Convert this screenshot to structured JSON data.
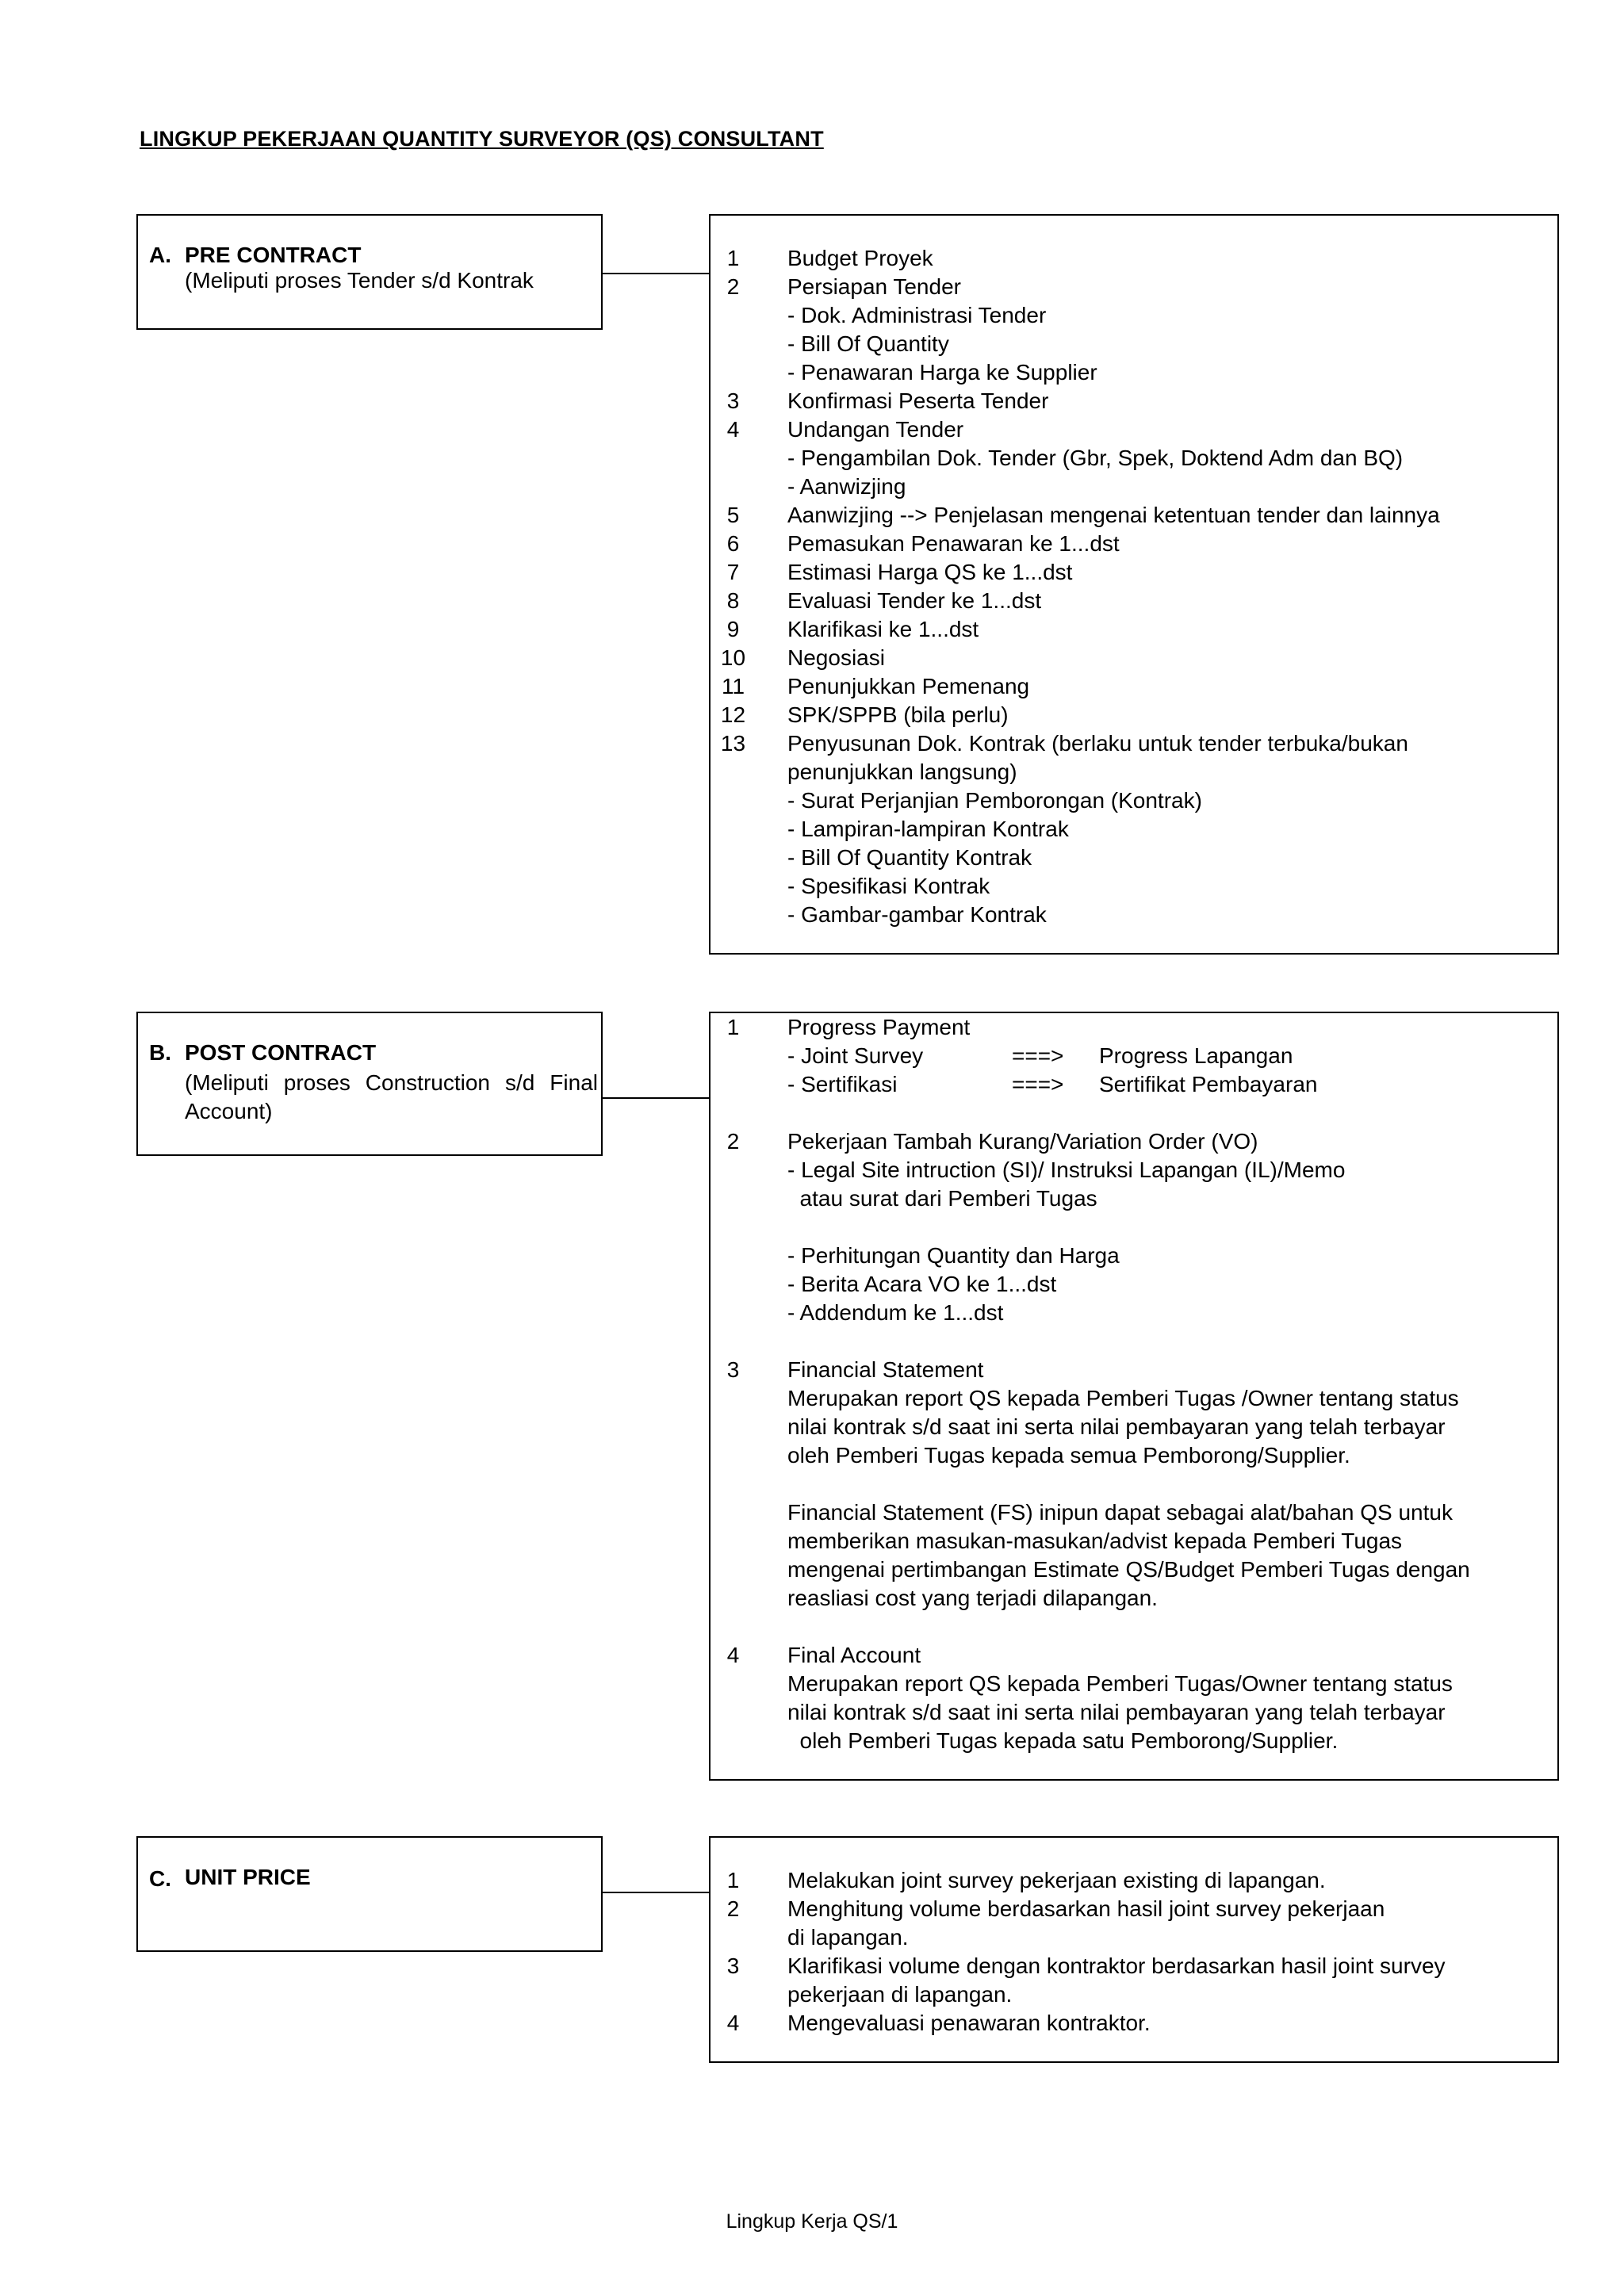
{
  "title": "LINGKUP PEKERJAAN QUANTITY SURVEYOR (QS) CONSULTANT",
  "sections": {
    "a": {
      "letter": "A.",
      "title": "PRE CONTRACT",
      "subtitle": "(Meliputi proses Tender s/d Kontrak",
      "items": [
        {
          "num": "1",
          "text": "Budget Proyek"
        },
        {
          "num": "2",
          "text": "Persiapan Tender"
        },
        {
          "num": "",
          "text": "- Dok. Administrasi Tender"
        },
        {
          "num": "",
          "text": "- Bill Of Quantity"
        },
        {
          "num": "",
          "text": "- Penawaran Harga ke Supplier"
        },
        {
          "num": "3",
          "text": "Konfirmasi Peserta Tender"
        },
        {
          "num": "4",
          "text": "Undangan Tender"
        },
        {
          "num": "",
          "text": "- Pengambilan Dok. Tender (Gbr, Spek, Doktend Adm dan BQ)"
        },
        {
          "num": "",
          "text": "- Aanwizjing"
        },
        {
          "num": "5",
          "text": "Aanwizjing --> Penjelasan mengenai ketentuan tender dan lainnya"
        },
        {
          "num": "6",
          "text": "Pemasukan Penawaran ke 1...dst"
        },
        {
          "num": "7",
          "text": "Estimasi Harga QS ke 1...dst"
        },
        {
          "num": "8",
          "text": "Evaluasi Tender ke 1...dst"
        },
        {
          "num": "9",
          "text": "Klarifikasi ke 1...dst"
        },
        {
          "num": "10",
          "text": "Negosiasi"
        },
        {
          "num": "11",
          "text": "Penunjukkan Pemenang"
        },
        {
          "num": "12",
          "text": "SPK/SPPB (bila perlu)"
        },
        {
          "num": "13",
          "text": "Penyusunan Dok. Kontrak (berlaku untuk tender terbuka/bukan"
        },
        {
          "num": "",
          "text": "penunjukkan langsung)"
        },
        {
          "num": "",
          "text": "- Surat Perjanjian Pemborongan (Kontrak)"
        },
        {
          "num": "",
          "text": "- Lampiran-lampiran Kontrak"
        },
        {
          "num": "",
          "text": "- Bill Of Quantity Kontrak"
        },
        {
          "num": "",
          "text": "- Spesifikasi Kontrak"
        },
        {
          "num": "",
          "text": "- Gambar-gambar Kontrak"
        }
      ]
    },
    "b": {
      "letter": "B.",
      "title": "POST CONTRACT",
      "subtitle": "(Meliputi proses Construction s/d Final Account)",
      "items": [
        {
          "num": "1",
          "text": "Progress Payment"
        },
        {
          "num": "",
          "text": "- Joint Survey",
          "arrow": "===>",
          "result": "Progress Lapangan"
        },
        {
          "num": "",
          "text": "- Sertifikasi",
          "arrow": "===>",
          "result": "Sertifikat Pembayaran"
        },
        {
          "num": "",
          "text": ""
        },
        {
          "num": "2",
          "text": "Pekerjaan Tambah Kurang/Variation Order (VO)"
        },
        {
          "num": "",
          "text": "- Legal Site intruction (SI)/ Instruksi Lapangan (IL)/Memo"
        },
        {
          "num": "",
          "text": "  atau surat dari Pemberi Tugas"
        },
        {
          "num": "",
          "text": ""
        },
        {
          "num": "",
          "text": "- Perhitungan Quantity dan Harga"
        },
        {
          "num": "",
          "text": "- Berita Acara VO ke 1...dst"
        },
        {
          "num": "",
          "text": "- Addendum ke 1...dst"
        },
        {
          "num": "",
          "text": ""
        },
        {
          "num": "3",
          "text": "Financial Statement"
        },
        {
          "num": "",
          "text": "Merupakan report QS kepada Pemberi Tugas /Owner tentang status"
        },
        {
          "num": "",
          "text": "nilai kontrak s/d saat ini serta nilai pembayaran yang telah terbayar"
        },
        {
          "num": "",
          "text": "oleh Pemberi Tugas kepada semua Pemborong/Supplier."
        },
        {
          "num": "",
          "text": ""
        },
        {
          "num": "",
          "text": "Financial Statement (FS) inipun dapat sebagai alat/bahan QS untuk"
        },
        {
          "num": "",
          "text": "memberikan masukan-masukan/advist kepada Pemberi Tugas"
        },
        {
          "num": "",
          "text": "mengenai pertimbangan Estimate QS/Budget Pemberi Tugas dengan"
        },
        {
          "num": "",
          "text": "reasliasi cost yang terjadi dilapangan."
        },
        {
          "num": "",
          "text": ""
        },
        {
          "num": "4",
          "text": "Final Account"
        },
        {
          "num": "",
          "text": "Merupakan report QS kepada Pemberi Tugas/Owner tentang status"
        },
        {
          "num": "",
          "text": "nilai kontrak s/d saat ini serta nilai pembayaran yang telah terbayar"
        },
        {
          "num": "",
          "text": "  oleh Pemberi Tugas kepada satu Pemborong/Supplier."
        }
      ]
    },
    "c": {
      "letter": "C.",
      "title": "UNIT PRICE",
      "subtitle": "",
      "items": [
        {
          "num": "1",
          "text": "Melakukan joint survey pekerjaan existing di lapangan."
        },
        {
          "num": "2",
          "text": "Menghitung volume berdasarkan hasil joint survey pekerjaan"
        },
        {
          "num": "",
          "text": "di lapangan."
        },
        {
          "num": "3",
          "text": "Klarifikasi volume dengan kontraktor berdasarkan hasil joint survey"
        },
        {
          "num": "",
          "text": "pekerjaan di lapangan."
        },
        {
          "num": "4",
          "text": "Mengevaluasi penawaran kontraktor."
        }
      ]
    }
  },
  "footer": "Lingkup Kerja QS/1"
}
